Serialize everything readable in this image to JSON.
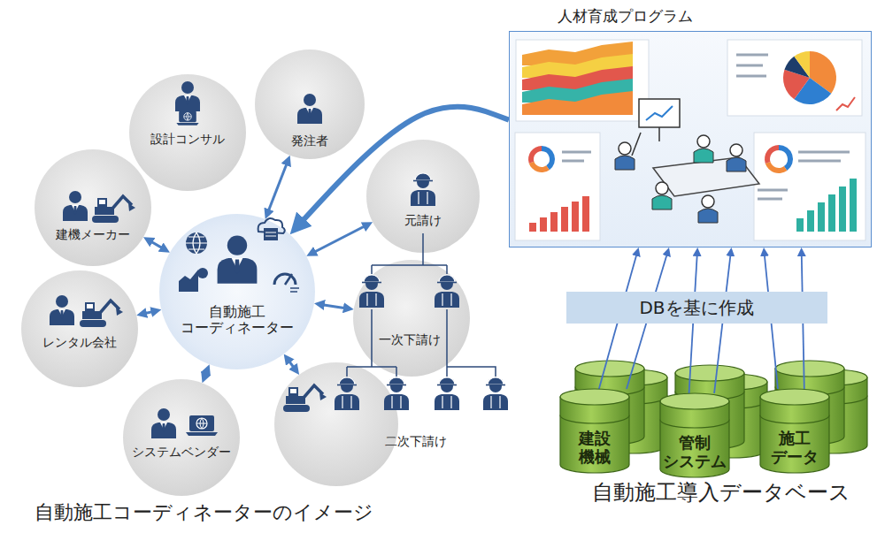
{
  "diagram": {
    "nodes": [
      {
        "text": [
          "自動施工コーディネーターのイメージ"
        ]
      },
      {
        "text": [
          "設計コンサル"
        ],
        "in": 0
      },
      {
        "text": [
          "発注者"
        ],
        "in": 0
      },
      {
        "text": [
          "建機メーカー"
        ],
        "in": 0
      },
      {
        "text": [
          "自動施工 コーディネーター"
        ],
        "in": 0
      },
      {
        "text": [
          "元請け"
        ],
        "in": 0
      },
      {
        "text": [
          "一次下請け"
        ],
        "in": 0
      },
      {
        "text": [
          "レンタル会社"
        ],
        "in": 0
      },
      {
        "text": [
          "システムベンダー"
        ],
        "in": 0
      },
      {
        "text": [
          "二次下請け"
        ],
        "in": 0
      },
      {
        "text": [
          "人材育成プログラム"
        ]
      },
      {
        "text": [
          "DBを基に作成"
        ]
      },
      {
        "text": [
          "建設 機械"
        ]
      },
      {
        "text": [
          "管制 システム"
        ]
      },
      {
        "text": [
          "施工 データ"
        ]
      }
    ],
    "edges": [
      {
        "from": 4,
        "to": 2,
        "arrow": "both"
      },
      {
        "from": 4,
        "to": 3,
        "arrow": "both"
      },
      {
        "from": 4,
        "to": 5,
        "arrow": "both"
      },
      {
        "from": 4,
        "to": 6,
        "arrow": "both"
      },
      {
        "from": 4,
        "to": 7,
        "arrow": "both"
      },
      {
        "from": 4,
        "to": 8,
        "arrow": "both"
      },
      {
        "from": 4,
        "to": 9,
        "arrow": "both"
      },
      {
        "from": 10,
        "to": 4,
        "arrow": "to"
      },
      {
        "from": 12,
        "to": 10,
        "arrow": "to"
      },
      {
        "from": 12,
        "to": 10,
        "arrow": "to"
      },
      {
        "from": 13,
        "to": 10,
        "arrow": "to"
      },
      {
        "from": 13,
        "to": 10,
        "arrow": "to"
      },
      {
        "from": 14,
        "to": 10,
        "arrow": "to"
      },
      {
        "from": 14,
        "to": 10,
        "arrow": "to"
      }
    ],
    "labels": [
      "自動施工導入データベース"
    ]
  }
}
